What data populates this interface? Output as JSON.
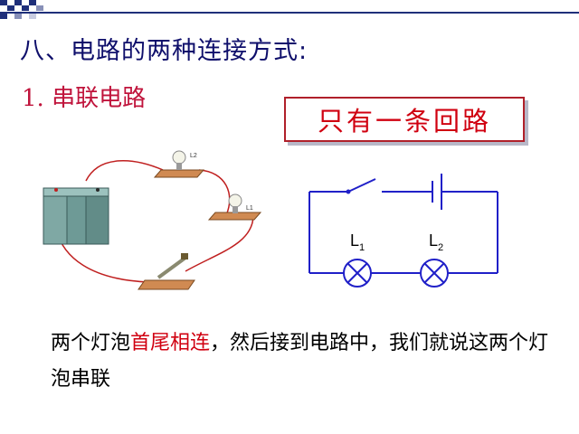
{
  "slide": {
    "title": "八、电路的两种连接方式:",
    "subtitle": "1. 串联电路",
    "boxed_text": "只有一条回路"
  },
  "illustration": {
    "lamp_labels": [
      "L2",
      "L1"
    ]
  },
  "schematic": {
    "lamp1": {
      "letter": "L",
      "sub": "1"
    },
    "lamp2": {
      "letter": "L",
      "sub": "2"
    }
  },
  "caption": {
    "part1": "两个灯泡",
    "highlight": "首尾相连",
    "part2": "，然后接到电路中，我们就说这两个灯泡串联"
  },
  "colors": {
    "title": "#0f0f6b",
    "subtitle": "#c0143c",
    "accent_red": "#d00010",
    "schematic_blue": "#2020c8"
  }
}
